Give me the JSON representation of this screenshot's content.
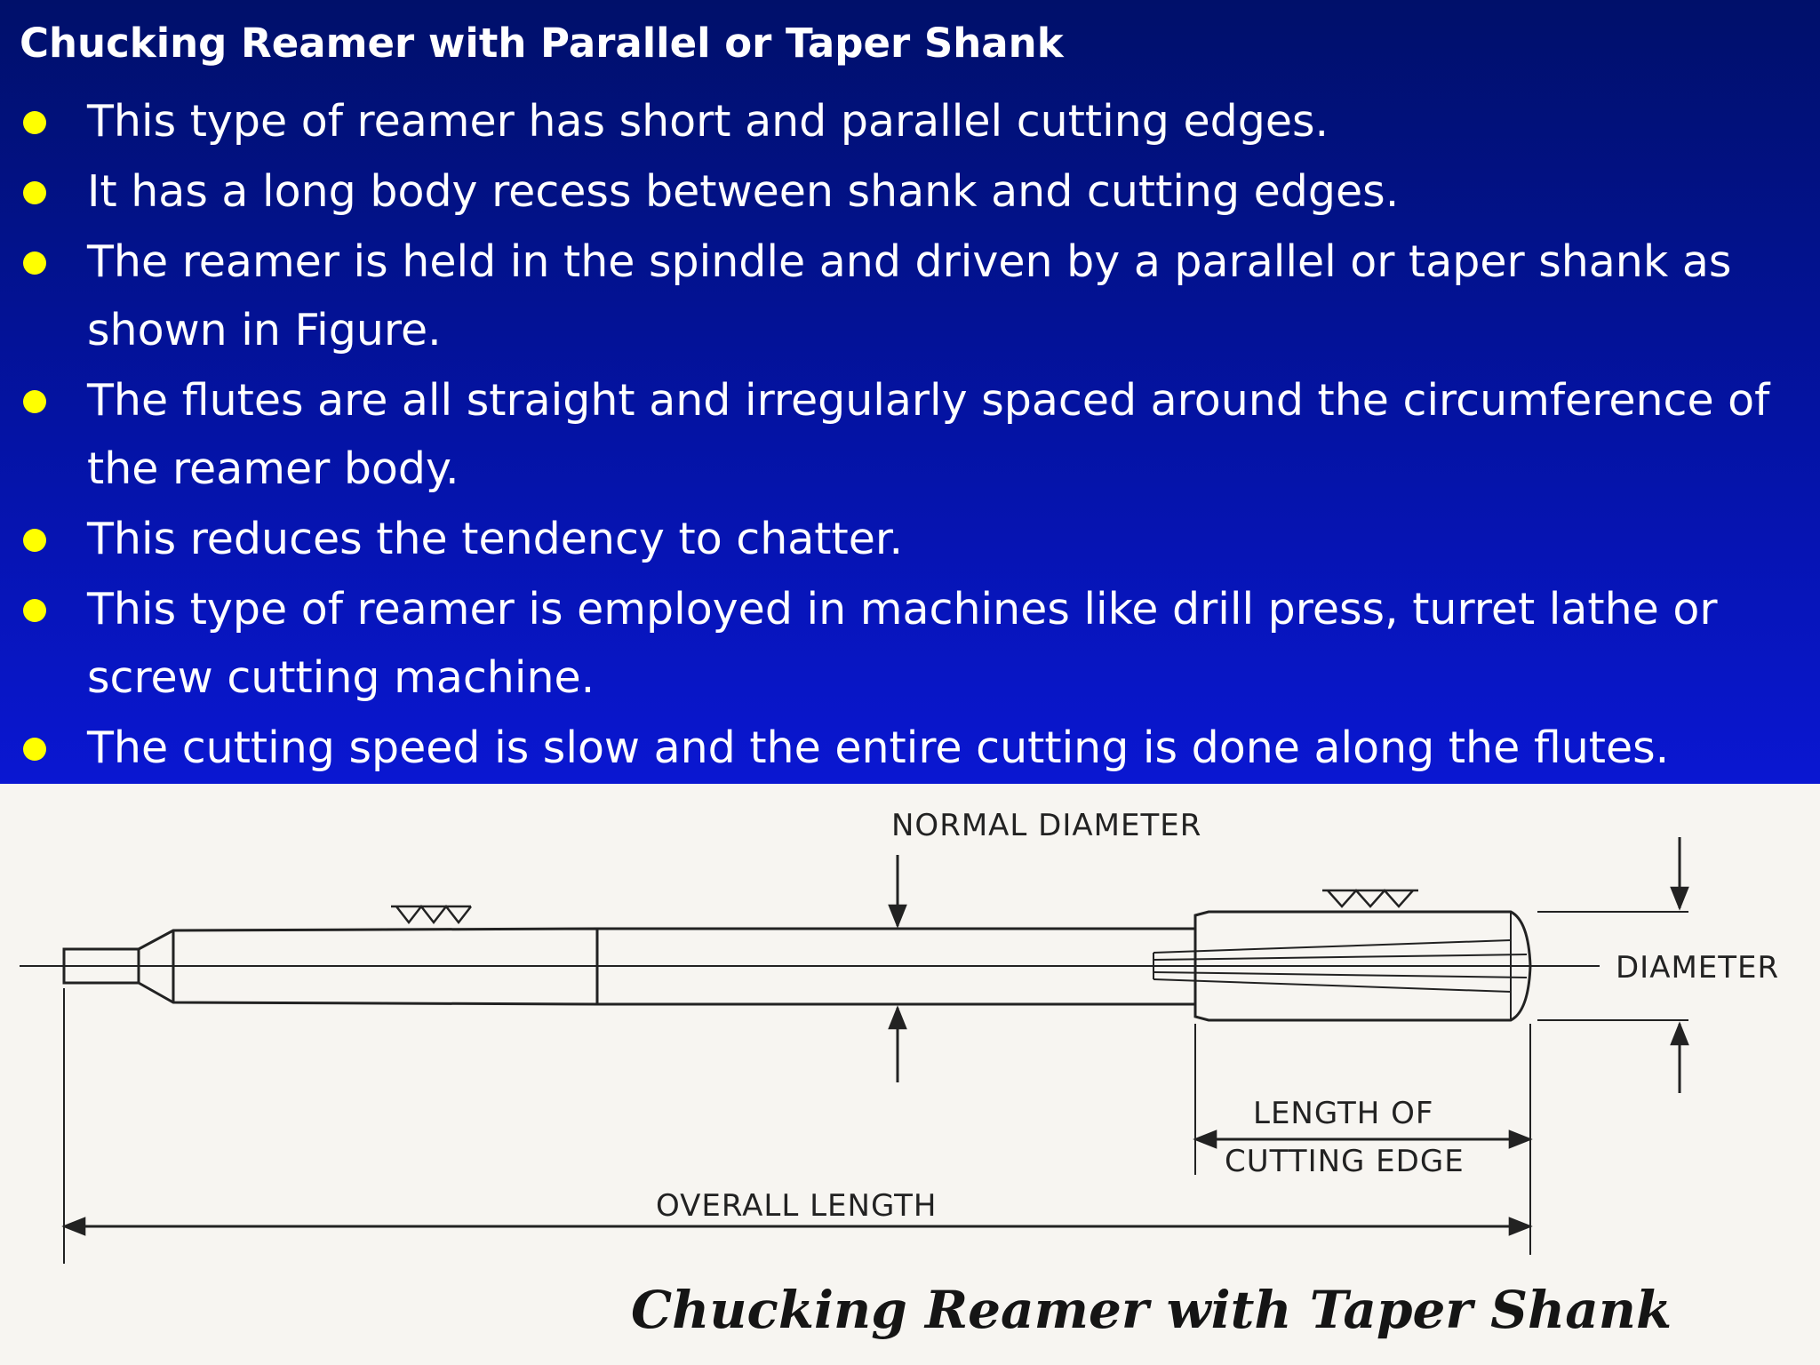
{
  "slide": {
    "title": "Chucking Reamer with Parallel or Taper Shank",
    "bullets": [
      "This type of reamer has short and parallel cutting edges.",
      "It has a long body recess between shank and cutting edges.",
      "The reamer is held in the spindle and driven by a parallel or taper shank as shown in Figure.",
      "The flutes are all straight and irregularly spaced around the circumference of the reamer body.",
      "This reduces the tendency to chatter.",
      "This type of reamer is employed in machines like drill press, turret lathe or screw cutting machine.",
      "The cutting speed is slow and the entire cutting is done along the flutes."
    ]
  },
  "figure": {
    "labels": {
      "normal_diameter": "NORMAL DIAMETER",
      "diameter": "DIAMETER",
      "length_of": "LENGTH OF",
      "cutting_edge": "CUTTING EDGE",
      "overall_length": "OVERALL LENGTH"
    },
    "caption": "Chucking Reamer with Taper Shank"
  },
  "colors": {
    "panel_top": "#00106a",
    "panel_bottom": "#0a17d2",
    "bullet": "#ffff00",
    "text": "#ffffff",
    "figure_background": "#f7f5f1",
    "figure_ink": "#222222"
  }
}
